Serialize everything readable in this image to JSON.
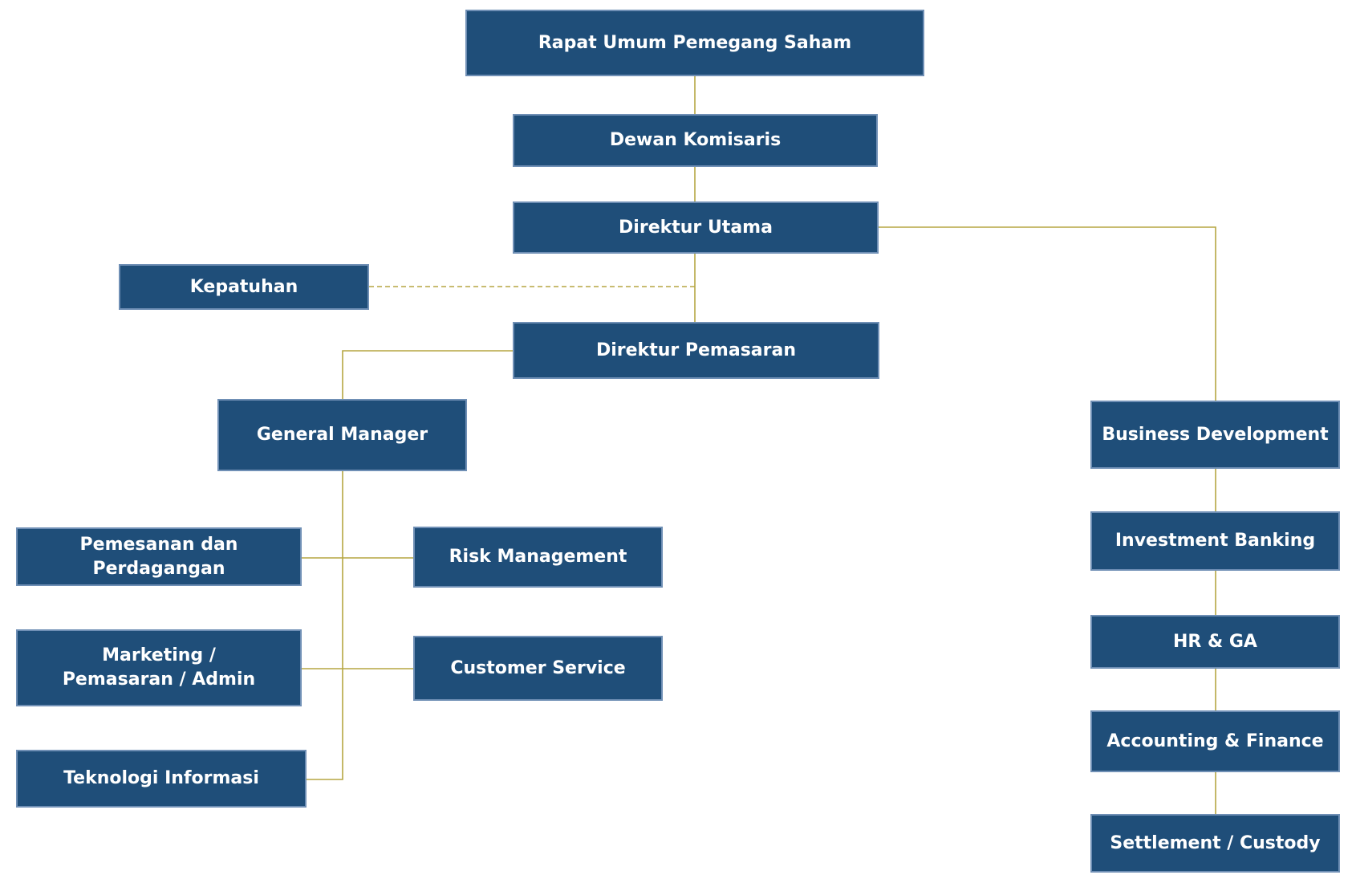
{
  "colors": {
    "box_fill": "#1f4e79",
    "box_border": "#6f8fb5",
    "box_text": "#ffffff",
    "connector": "#b5a642",
    "background": "#ffffff"
  },
  "org": {
    "rups": "Rapat Umum Pemegang Saham",
    "dewan_komisaris": "Dewan Komisaris",
    "direktur_utama": "Direktur Utama",
    "kepatuhan": "Kepatuhan",
    "direktur_pemasaran": "Direktur Pemasaran",
    "general_manager": "General Manager",
    "pemesanan": "Pemesanan dan Perdagangan",
    "risk_management": "Risk Management",
    "marketing": "Marketing / Pemasaran / Admin",
    "customer_service": "Customer Service",
    "teknologi_informasi": "Teknologi Informasi",
    "business_development": "Business Development",
    "investment_banking": "Investment Banking",
    "hr_ga": "HR & GA",
    "accounting_finance": "Accounting & Finance",
    "settlement_custody": "Settlement / Custody"
  }
}
